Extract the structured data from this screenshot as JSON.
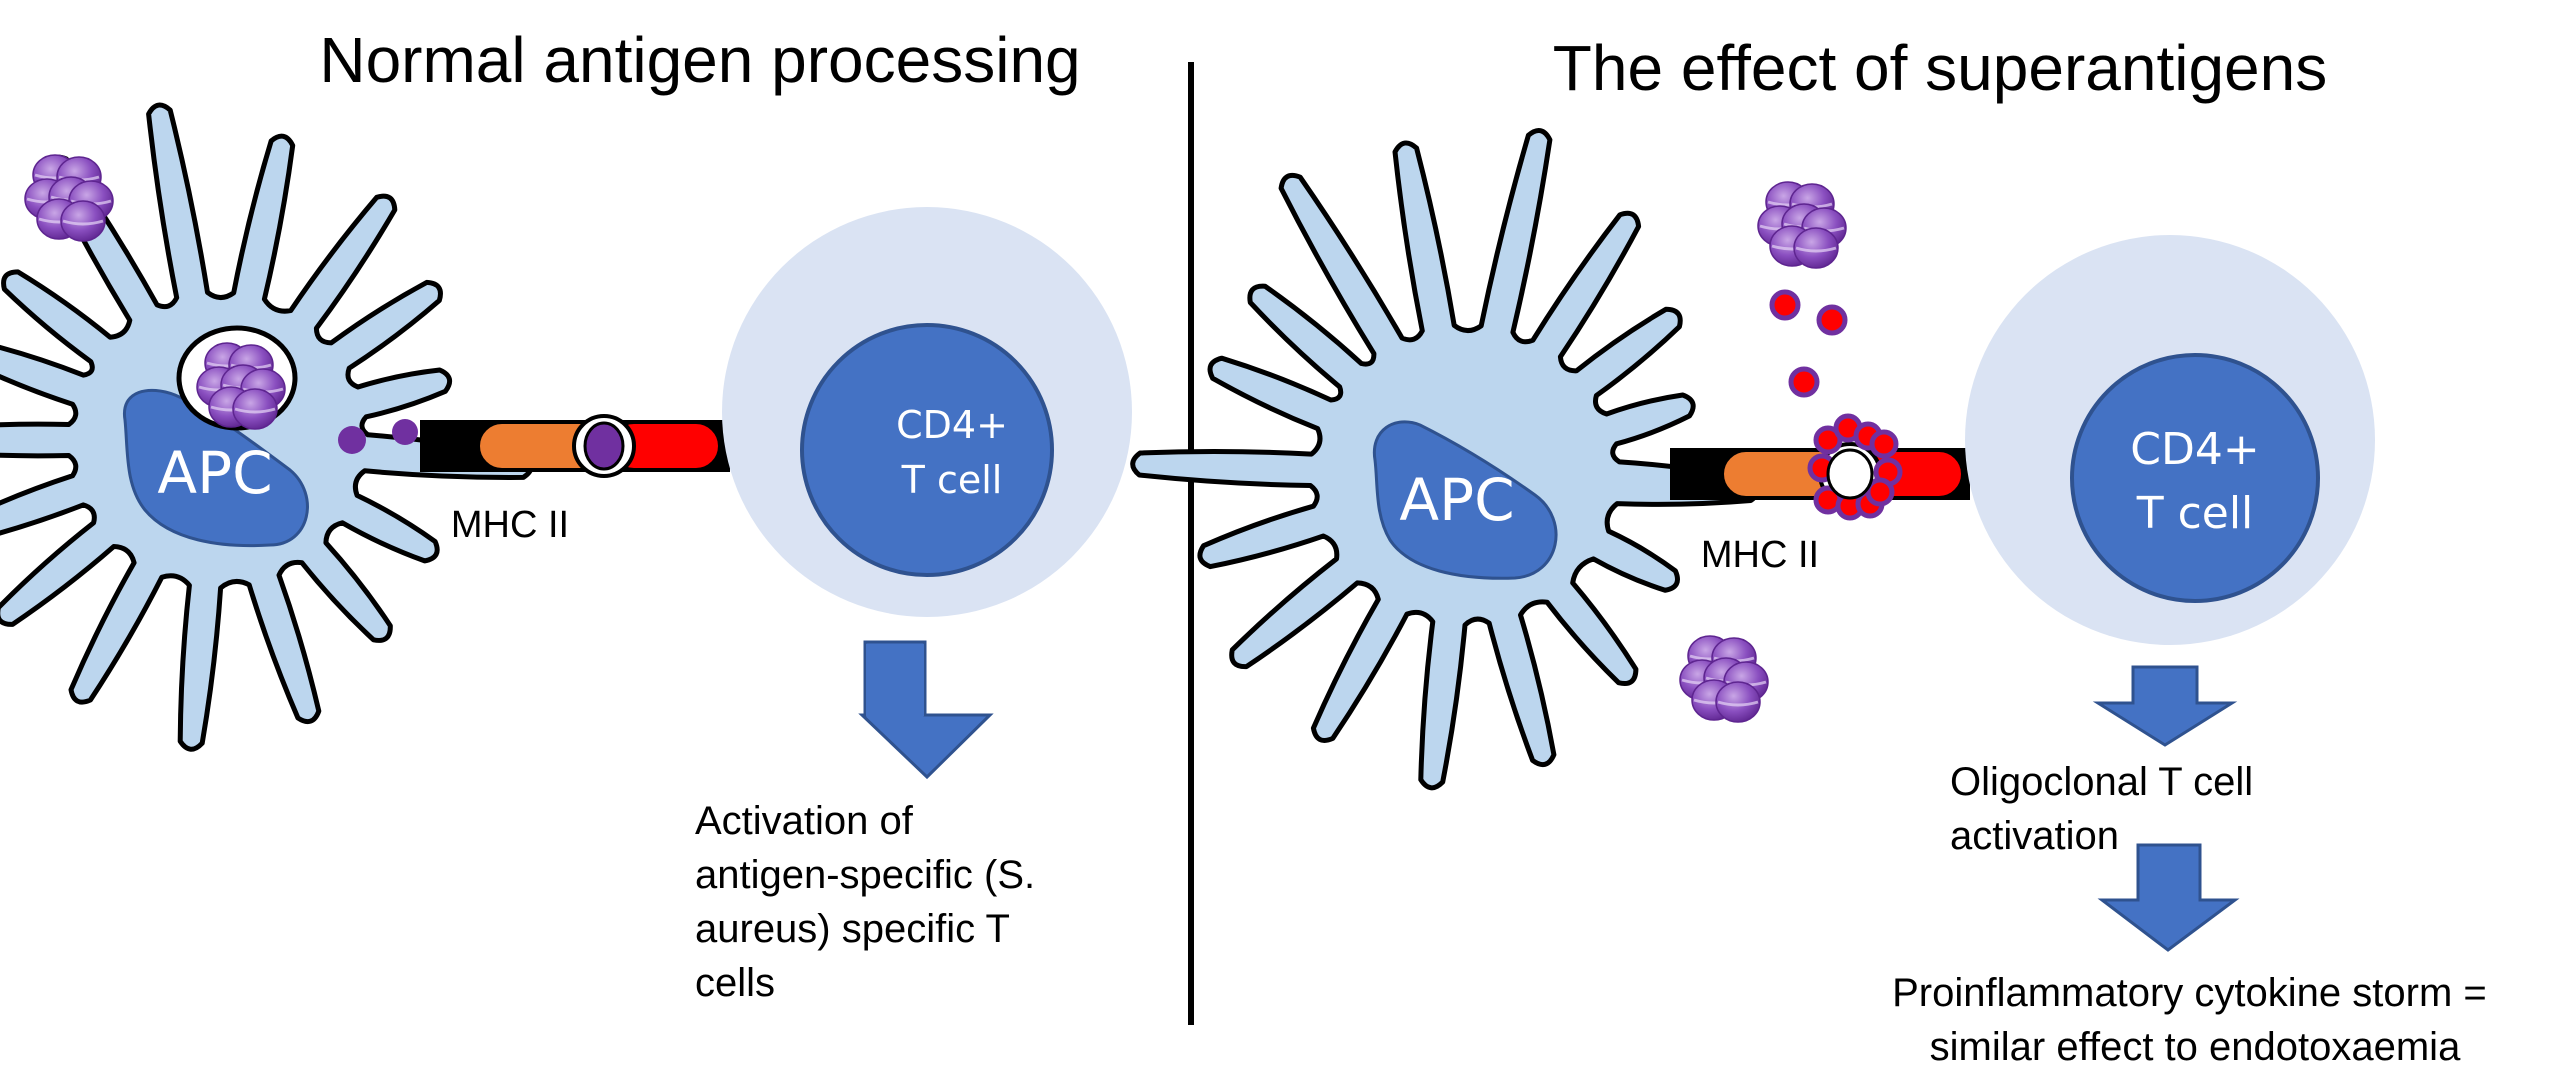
{
  "colors": {
    "apc_fill": "#bcd6ee",
    "nucleus": "#4472c4",
    "halo": "#dae3f3",
    "orange": "#ed7d31",
    "red": "#ff0000",
    "purple": "#7030a0",
    "arrow": "#4472c4",
    "outline": "#000000"
  },
  "left": {
    "title": "Normal antigen processing",
    "apc_label": "APC",
    "mhc_label": "MHC II",
    "tcell_line1": "CD4+",
    "tcell_line2": "T cell",
    "outcome_lines": [
      "Activation of",
      "antigen-specific (S.",
      "aureus) specific T",
      "cells"
    ]
  },
  "right": {
    "title": "The effect of superantigens",
    "apc_label": "APC",
    "mhc_label": "MHC II",
    "tcell_line1": "CD4+",
    "tcell_line2": "T cell",
    "outcome1_lines": [
      "Oligoclonal T cell",
      "activation"
    ],
    "outcome2_lines": [
      "Proinflammatory cytokine storm =",
      "similar effect to endotoxaemia"
    ]
  }
}
